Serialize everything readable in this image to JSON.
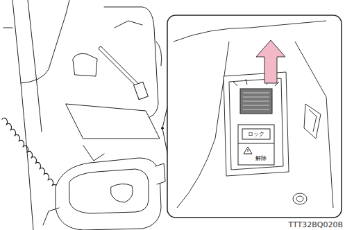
{
  "diagram": {
    "labels": [
      "ロック",
      "解除",
      "TTT32BQ020B"
    ]
  }
}
